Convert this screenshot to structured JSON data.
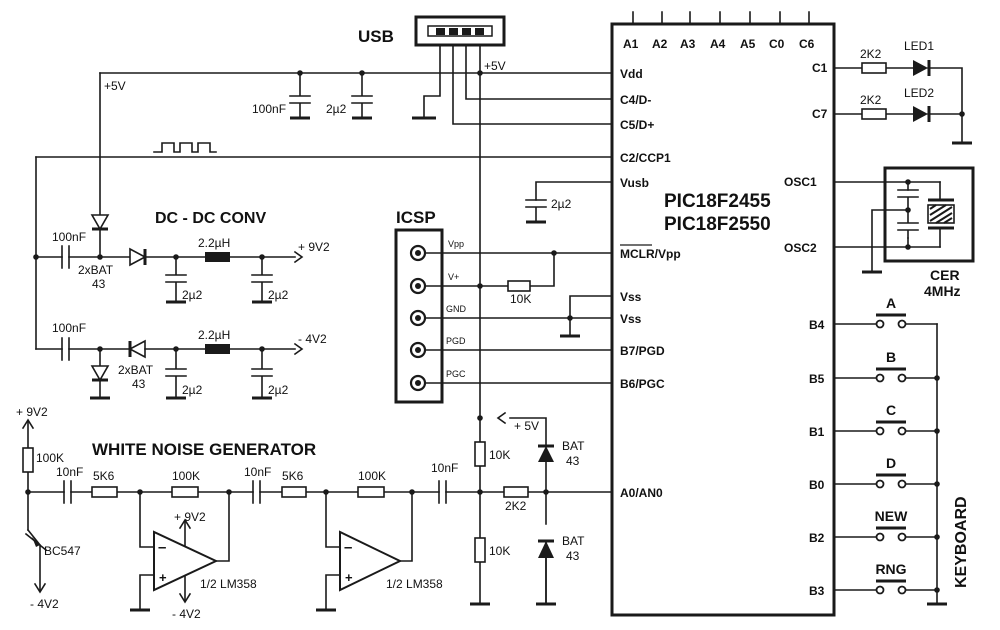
{
  "titles": {
    "usb": "USB",
    "icsp": "ICSP",
    "dcdc": "DC - DC CONV",
    "noise": "WHITE NOISE GENERATOR",
    "keyboard": "KEYBOARD",
    "cer": "CER",
    "cer_freq": "4MHz"
  },
  "mcu": {
    "part1": "PIC18F2455",
    "part2": "PIC18F2550",
    "top_pins": [
      "A1",
      "A2",
      "A3",
      "A4",
      "A5",
      "C0",
      "C6"
    ],
    "left_pins": [
      "Vdd",
      "C4/D-",
      "C5/D+",
      "C2/CCP1",
      "Vusb",
      "MCLR/Vpp",
      "Vss",
      "Vss",
      "B7/PGD",
      "B6/PGC",
      "A0/AN0"
    ],
    "right_pins": [
      "C1",
      "C7",
      "OSC1",
      "OSC2",
      "B4",
      "B5",
      "B1",
      "B0",
      "B2",
      "B3"
    ]
  },
  "icsp_pins": [
    "Vpp",
    "V+",
    "GND",
    "PGD",
    "PGC"
  ],
  "leds": [
    {
      "resistor": "2K2",
      "label": "LED1"
    },
    {
      "resistor": "2K2",
      "label": "LED2"
    }
  ],
  "keys": [
    "A",
    "B",
    "C",
    "D",
    "NEW",
    "RNG"
  ],
  "components": {
    "plus5v_a": "+5V",
    "plus5v_b": "+5V",
    "plus5v_c": "+ 5V",
    "cap_100nF_top": "100nF",
    "cap_2u2_top": "2µ2",
    "cap_2u2_vusb": "2µ2",
    "cap_100nF_dc1": "100nF",
    "cap_100nF_dc2": "100nF",
    "diode_bat1": "2xBAT",
    "diode_bat1_n": "43",
    "diode_bat2": "2xBAT",
    "diode_bat2_n": "43",
    "ind1": "2.2µH",
    "ind2": "2.2µH",
    "cap_dc_a": "2µ2",
    "cap_dc_b": "2µ2",
    "cap_dc_c": "2µ2",
    "cap_dc_d": "2µ2",
    "out_pos": "+ 9V2",
    "out_neg": "- 4V2",
    "r_mclr": "10K",
    "noise_supply": "+ 9V2",
    "r_noise_100k": "100K",
    "transistor": "BC547",
    "noise_neg": "- 4V2",
    "c_10nF_1": "10nF",
    "r_5k6_1": "5K6",
    "r_100k_1": "100K",
    "opamp_pos": "+ 9V2",
    "opamp_neg": "- 4V2",
    "opamp1": "1/2 LM358",
    "c_10nF_2": "10nF",
    "r_5k6_2": "5K6",
    "r_100k_2": "100K",
    "opamp2": "1/2 LM358",
    "c_10nF_3": "10nF",
    "r_10k_top": "10K",
    "r_10k_bot": "10K",
    "r_2k2": "2K2",
    "bat_top": "BAT",
    "bat_top_n": "43",
    "bat_bot": "BAT",
    "bat_bot_n": "43"
  }
}
